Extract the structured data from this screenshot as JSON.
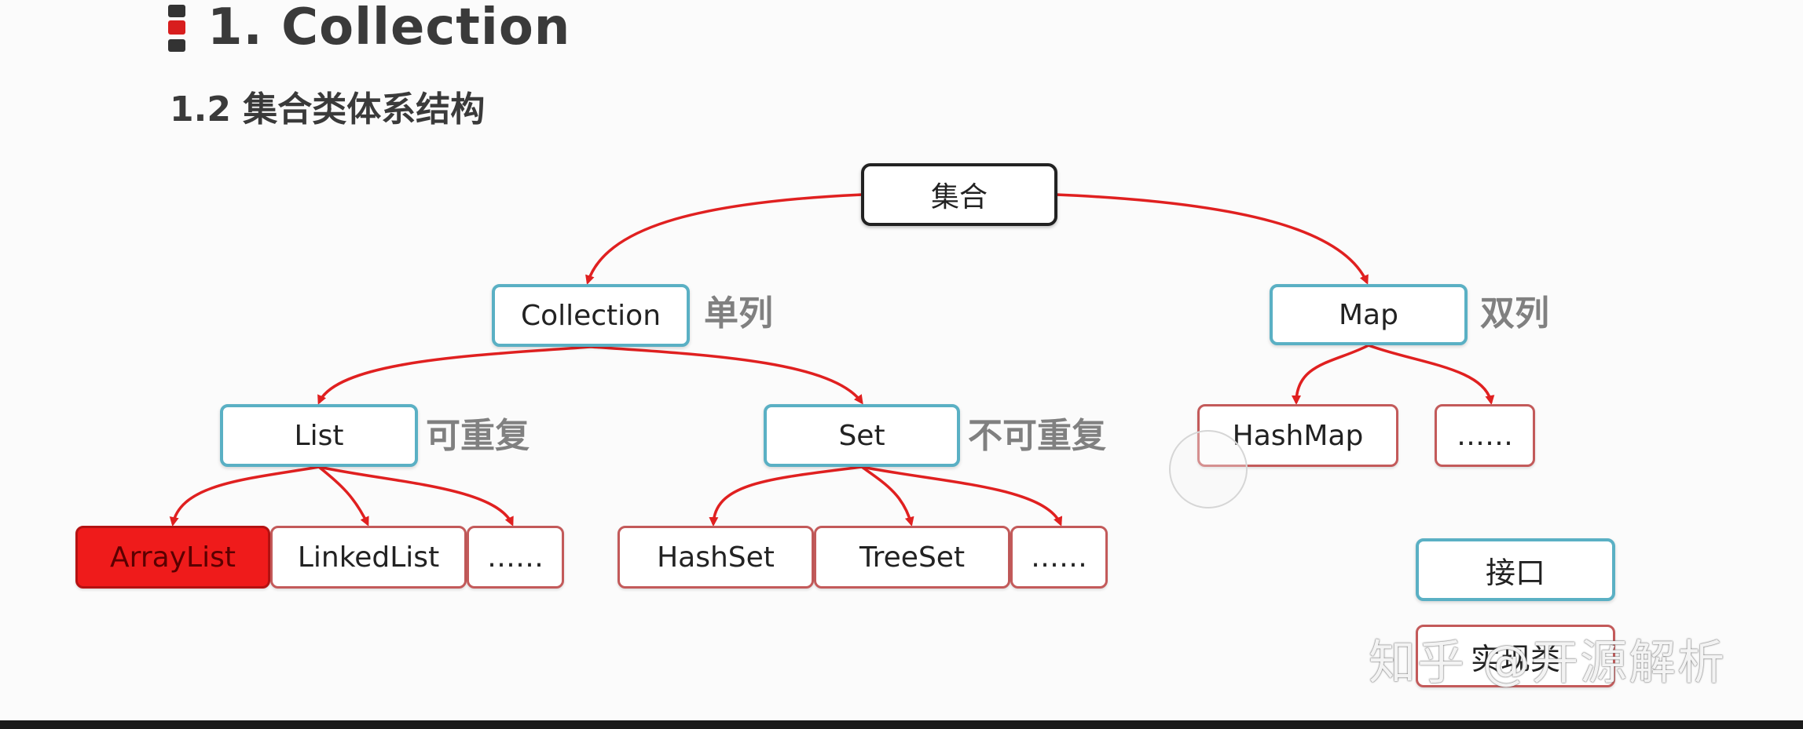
{
  "header": {
    "title": "1. Collection",
    "subtitle": "1.2 集合类体系结构"
  },
  "diagram": {
    "root": "集合",
    "collection": {
      "label": "Collection",
      "note": "单列"
    },
    "map": {
      "label": "Map",
      "note": "双列"
    },
    "list": {
      "label": "List",
      "note": "可重复"
    },
    "set": {
      "label": "Set",
      "note": "不可重复"
    },
    "list_impls": [
      "ArrayList",
      "LinkedList",
      "……"
    ],
    "set_impls": [
      "HashSet",
      "TreeSet",
      "……"
    ],
    "map_impls": [
      "HashMap",
      "……"
    ],
    "highlighted": "ArrayList"
  },
  "legend": {
    "interface": "接口",
    "implementation": "实现类"
  },
  "watermark": "知乎 @开源解析",
  "colors": {
    "interface_border": "#5ab0c4",
    "impl_border": "#c35a5a",
    "arrow": "#e02020",
    "highlight_fill": "#ef1b1b",
    "note_text": "#808080",
    "logo_red": "#d81e1e",
    "logo_dark": "#333333"
  }
}
